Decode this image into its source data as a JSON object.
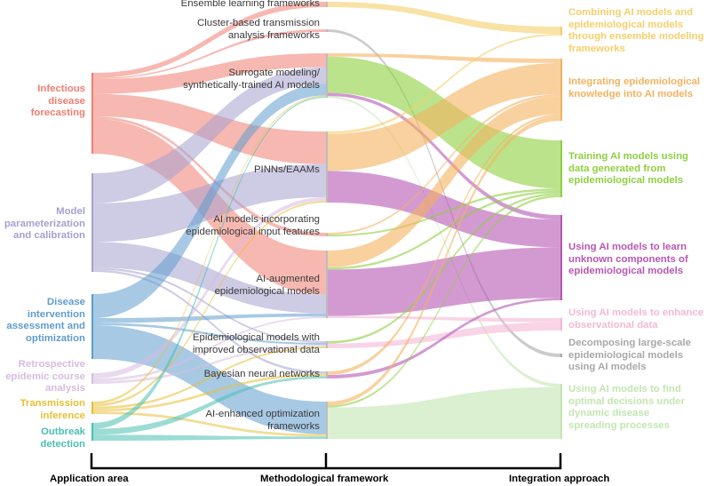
{
  "application_areas": [
    {
      "id": "infectious",
      "lines": [
        "Infectious",
        "disease",
        "forecasting"
      ],
      "color": "#f07d72"
    },
    {
      "id": "parameterization",
      "lines": [
        "Model",
        "parameterization",
        "and calibration"
      ],
      "color": "#a6a0cf"
    },
    {
      "id": "intervention",
      "lines": [
        "Disease",
        "intervention",
        "assessment and",
        "optimization"
      ],
      "color": "#5f9ccd"
    },
    {
      "id": "retrospective",
      "lines": [
        "Retrospective",
        "epidemic course",
        "analysis"
      ],
      "color": "#d7bce0"
    },
    {
      "id": "transmission",
      "lines": [
        "Transmission",
        "inference"
      ],
      "color": "#e7bf36"
    },
    {
      "id": "outbreak",
      "lines": [
        "Outbreak",
        "detection"
      ],
      "color": "#49c0b0"
    }
  ],
  "methodological_frameworks": [
    {
      "id": "ensemble",
      "lines": [
        "Ensemble learning frameworks"
      ]
    },
    {
      "id": "cluster",
      "lines": [
        "Cluster-based transmission",
        "analysis frameworks"
      ]
    },
    {
      "id": "surrogate",
      "lines": [
        "Surrogate modeling/",
        "synthetically-trained AI models"
      ]
    },
    {
      "id": "pinns",
      "lines": [
        "PINNs/EAAMs"
      ]
    },
    {
      "id": "inputfeat",
      "lines": [
        "AI models incorporating",
        "epidemiological input features"
      ]
    },
    {
      "id": "augmented",
      "lines": [
        "AI-augmented",
        "epidemiological models"
      ]
    },
    {
      "id": "observational",
      "lines": [
        "Epidemiological models with",
        "improved observational data"
      ]
    },
    {
      "id": "bayesian",
      "lines": [
        "Bayesian neural networks"
      ]
    },
    {
      "id": "optimization",
      "lines": [
        "AI-enhanced optimization",
        "frameworks"
      ]
    }
  ],
  "integration_approaches": [
    {
      "id": "combining",
      "lines": [
        "Combining AI models and",
        "epidemiological models",
        "through ensemble modeling",
        "frameworks"
      ],
      "color": "#f5cf6a"
    },
    {
      "id": "integrating",
      "lines": [
        "Integrating epidemiological",
        "knowledge into AI models"
      ],
      "color": "#f4b25f"
    },
    {
      "id": "training",
      "lines": [
        "Training AI models using",
        "data generated from",
        "epidemiological models"
      ],
      "color": "#8ed040"
    },
    {
      "id": "learning",
      "lines": [
        "Using AI models to learn",
        "unknown components of",
        "epidemiological models"
      ],
      "color": "#b557b4"
    },
    {
      "id": "enhance",
      "lines": [
        "Using AI models to enhance",
        "observational data"
      ],
      "color": "#f3b8d5"
    },
    {
      "id": "decomposing",
      "lines": [
        "Decomposing large-scale",
        "epidemiological models",
        "using AI models"
      ],
      "color": "#a8a8a8"
    },
    {
      "id": "optimal",
      "lines": [
        "Using AI models to find",
        "optimal decisions under",
        "dynamic disease",
        "spreading processes"
      ],
      "color": "#c2e6b0"
    }
  ],
  "axis": {
    "application": "Application area",
    "methodological": "Methodological framework",
    "integration": "Integration approach"
  },
  "flows_app_to_method": [
    {
      "from": "infectious",
      "to": "ensemble",
      "value": 2
    },
    {
      "from": "infectious",
      "to": "surrogate",
      "value": 6
    },
    {
      "from": "infectious",
      "to": "pinns",
      "value": 9
    },
    {
      "from": "infectious",
      "to": "augmented",
      "value": 14
    },
    {
      "from": "infectious",
      "to": "inputfeat",
      "value": 1
    },
    {
      "from": "infectious",
      "to": "cluster",
      "value": 0.5
    },
    {
      "from": "parameterization",
      "to": "surrogate",
      "value": 7
    },
    {
      "from": "parameterization",
      "to": "pinns",
      "value": 9
    },
    {
      "from": "parameterization",
      "to": "augmented",
      "value": 6
    },
    {
      "from": "parameterization",
      "to": "bayesian",
      "value": 0.5
    },
    {
      "from": "parameterization",
      "to": "observational",
      "value": 0.5
    },
    {
      "from": "intervention",
      "to": "surrogate",
      "value": 5
    },
    {
      "from": "intervention",
      "to": "optimization",
      "value": 7
    },
    {
      "from": "intervention",
      "to": "augmented",
      "value": 1
    },
    {
      "from": "intervention",
      "to": "observational",
      "value": 0.5
    },
    {
      "from": "retrospective",
      "to": "augmented",
      "value": 0.5
    },
    {
      "from": "retrospective",
      "to": "observational",
      "value": 0.5
    },
    {
      "from": "retrospective",
      "to": "pinns",
      "value": 1
    },
    {
      "from": "transmission",
      "to": "surrogate",
      "value": 0.5
    },
    {
      "from": "transmission",
      "to": "pinns",
      "value": 0.5
    },
    {
      "from": "transmission",
      "to": "optimization",
      "value": 0.5
    },
    {
      "from": "transmission",
      "to": "bayesian",
      "value": 0.5
    },
    {
      "from": "transmission",
      "to": "observational",
      "value": 0.5
    },
    {
      "from": "outbreak",
      "to": "surrogate",
      "value": 0.5
    },
    {
      "from": "outbreak",
      "to": "optimization",
      "value": 0.5
    },
    {
      "from": "outbreak",
      "to": "bayesian",
      "value": 0.5
    }
  ],
  "flows_method_to_integration": [
    {
      "from": "ensemble",
      "to": "combining",
      "value": 2
    },
    {
      "from": "cluster",
      "to": "decomposing",
      "value": 0.5
    },
    {
      "from": "surrogate",
      "to": "training",
      "value": 11
    },
    {
      "from": "surrogate",
      "to": "integrating",
      "value": 1
    },
    {
      "from": "surrogate",
      "to": "learning",
      "value": 1
    },
    {
      "from": "surrogate",
      "to": "optimal",
      "value": 0.5
    },
    {
      "from": "pinns",
      "to": "integrating",
      "value": 7
    },
    {
      "from": "pinns",
      "to": "learning",
      "value": 6
    },
    {
      "from": "pinns",
      "to": "combining",
      "value": 0.5
    },
    {
      "from": "inputfeat",
      "to": "integrating",
      "value": 0.5
    },
    {
      "from": "inputfeat",
      "to": "training",
      "value": 0.5
    },
    {
      "from": "augmented",
      "to": "learning",
      "value": 11
    },
    {
      "from": "augmented",
      "to": "integrating",
      "value": 4
    },
    {
      "from": "augmented",
      "to": "enhance",
      "value": 0.5
    },
    {
      "from": "augmented",
      "to": "training",
      "value": 0.5
    },
    {
      "from": "observational",
      "to": "enhance",
      "value": 1
    },
    {
      "from": "observational",
      "to": "training",
      "value": 0.5
    },
    {
      "from": "bayesian",
      "to": "learning",
      "value": 0.5
    },
    {
      "from": "bayesian",
      "to": "integrating",
      "value": 0.5
    },
    {
      "from": "optimization",
      "to": "optimal",
      "value": 8
    },
    {
      "from": "optimization",
      "to": "integrating",
      "value": 1
    },
    {
      "from": "optimization",
      "to": "training",
      "value": 0.5
    }
  ]
}
